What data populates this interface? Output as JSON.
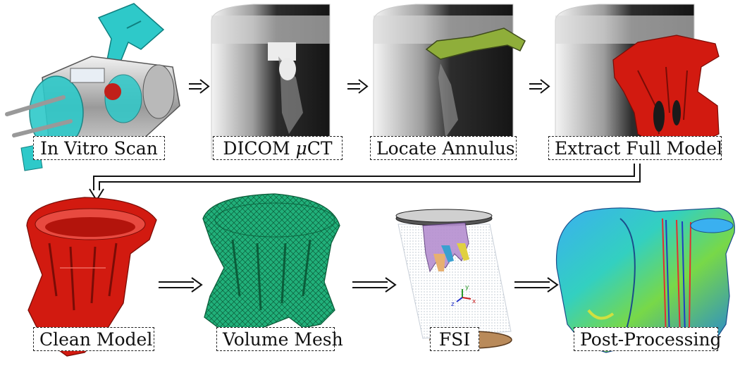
{
  "steps": [
    {
      "id": "in-vitro-scan",
      "label": "In Vitro Scan"
    },
    {
      "id": "dicom-uct",
      "label_prefix": "DICOM ",
      "label_greek": "μ",
      "label_suffix": "CT"
    },
    {
      "id": "locate-annulus",
      "label": "Locate Annulus"
    },
    {
      "id": "extract-full-model",
      "label": "Extract Full Model"
    },
    {
      "id": "clean-model",
      "label": "Clean Model"
    },
    {
      "id": "volume-mesh",
      "label": "Volume Mesh"
    },
    {
      "id": "fsi",
      "label": "FSI"
    },
    {
      "id": "post-processing",
      "label": "Post-Processing"
    }
  ],
  "fsi_axes": {
    "x": "x",
    "y": "y",
    "z": "z"
  },
  "colors": {
    "scanner_cyan": "#2ec9c9",
    "scan_gray": "#4a4a4a",
    "annulus_green": "#8fae3a",
    "model_red": "#d21a10",
    "mesh_green": "#1fa872",
    "fsi_disk_brown": "#b98a5a",
    "post_blue": "#1e8fe0"
  }
}
